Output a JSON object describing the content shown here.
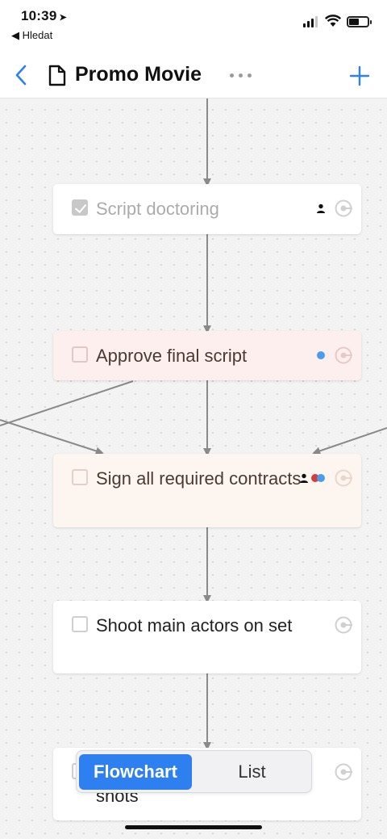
{
  "status_bar": {
    "time": "10:39",
    "location_arrow": "➤",
    "back_app": "◀ Hledat"
  },
  "nav": {
    "title": "Promo Movie",
    "back_icon": "chevron-left-icon",
    "doc_icon": "document-icon",
    "more_icon": "ellipsis-icon",
    "add_icon": "plus-icon"
  },
  "colors": {
    "accent": "#2e7ff0",
    "connector": "#8a8a8a",
    "pink_card": "#fcefee",
    "beige_card": "#fdf6f0",
    "dot_blue": "#4a9cf0",
    "dot_red": "#d23d3d"
  },
  "tasks": [
    {
      "label": "Script doctoring",
      "checked": true,
      "tint": "white",
      "assignee_icon": "person-icon"
    },
    {
      "label": "Approve final script",
      "checked": false,
      "tint": "pink",
      "assignee_icon": "blue-dot"
    },
    {
      "label": "Sign all required contracts",
      "checked": false,
      "tint": "beige",
      "assignee_icon": "person-and-dots"
    },
    {
      "label": "Shoot main actors on set",
      "checked": false,
      "tint": "white"
    },
    {
      "label": "shots",
      "checked": false,
      "tint": "white"
    }
  ],
  "view_switch": {
    "options": [
      "Flowchart",
      "List"
    ],
    "selected": "Flowchart"
  }
}
